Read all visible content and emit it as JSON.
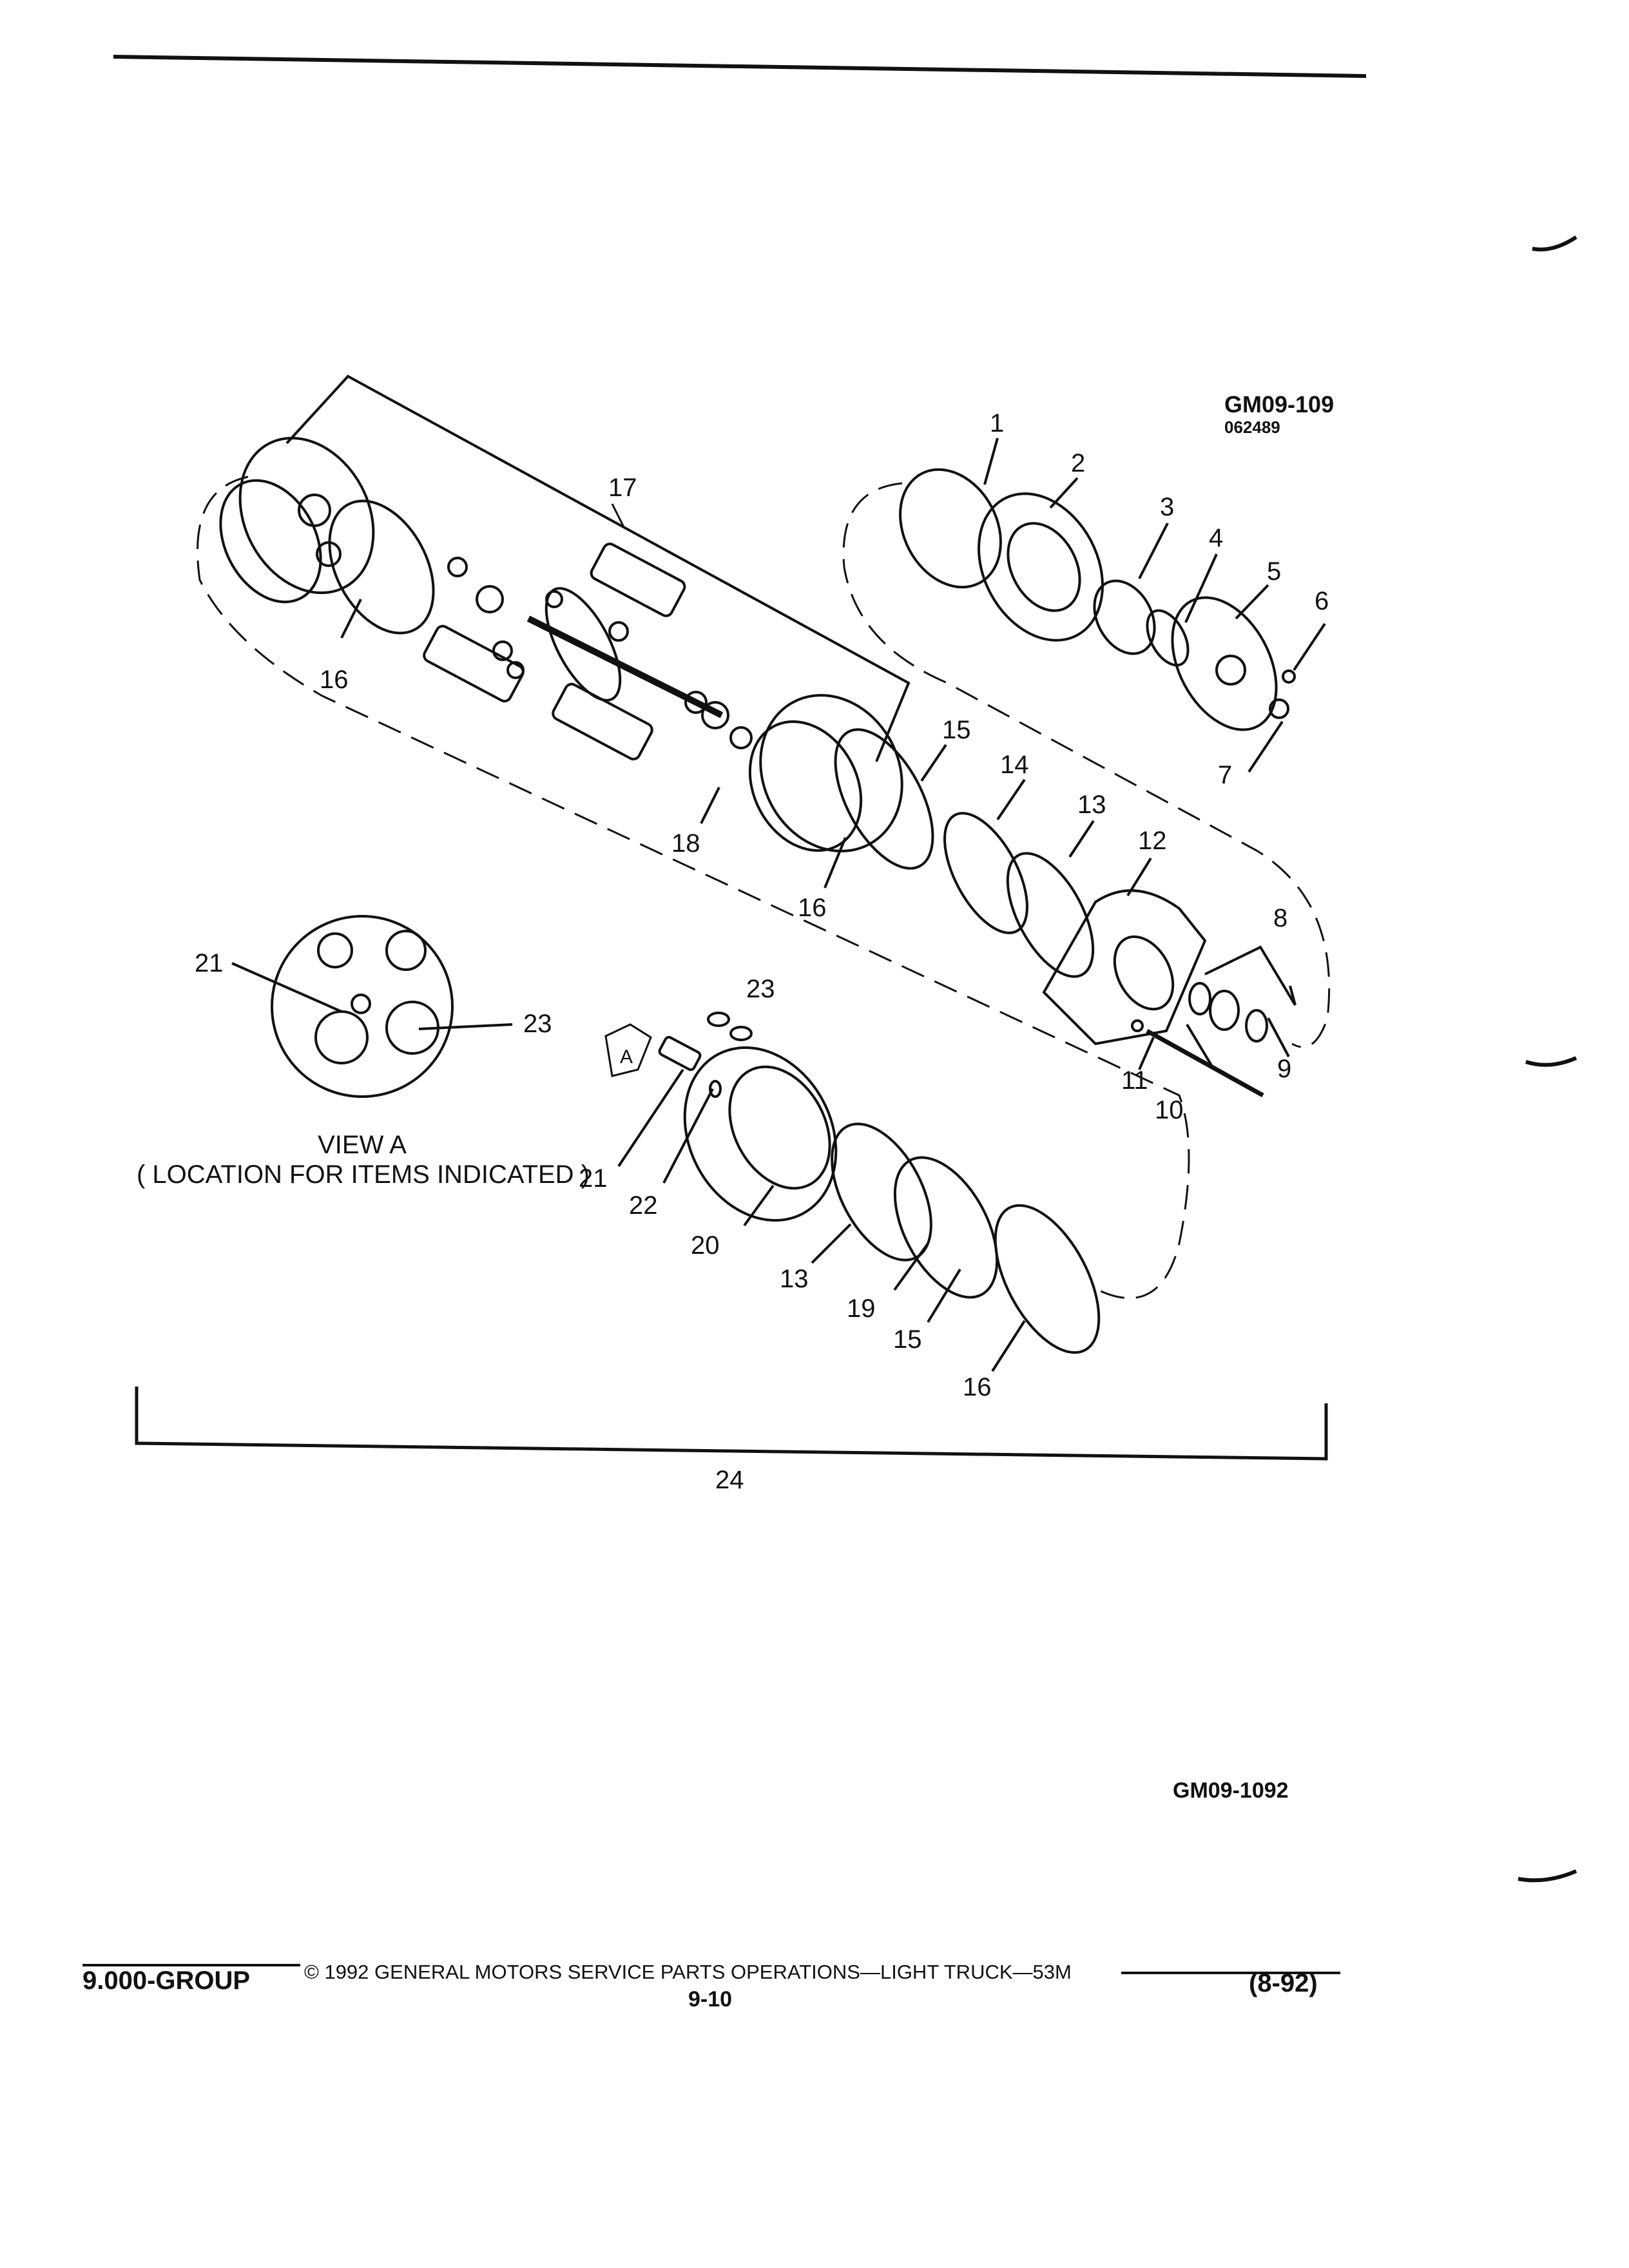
{
  "header": {
    "figure_code": "GM09-109",
    "figure_date": "062489"
  },
  "callouts": [
    {
      "id": "c1",
      "text": "1"
    },
    {
      "id": "c2",
      "text": "2"
    },
    {
      "id": "c3",
      "text": "3"
    },
    {
      "id": "c4",
      "text": "4"
    },
    {
      "id": "c5",
      "text": "5"
    },
    {
      "id": "c6",
      "text": "6"
    },
    {
      "id": "c7",
      "text": "7"
    },
    {
      "id": "c8",
      "text": "8"
    },
    {
      "id": "c9",
      "text": "9"
    },
    {
      "id": "c10",
      "text": "10"
    },
    {
      "id": "c11",
      "text": "11"
    },
    {
      "id": "c12",
      "text": "12"
    },
    {
      "id": "c13a",
      "text": "13"
    },
    {
      "id": "c13b",
      "text": "13"
    },
    {
      "id": "c14",
      "text": "14"
    },
    {
      "id": "c15a",
      "text": "15"
    },
    {
      "id": "c15b",
      "text": "15"
    },
    {
      "id": "c16a",
      "text": "16"
    },
    {
      "id": "c16b",
      "text": "16"
    },
    {
      "id": "c16c",
      "text": "16"
    },
    {
      "id": "c17",
      "text": "17"
    },
    {
      "id": "c18",
      "text": "18"
    },
    {
      "id": "c19",
      "text": "19"
    },
    {
      "id": "c20",
      "text": "20"
    },
    {
      "id": "c21a",
      "text": "21"
    },
    {
      "id": "c21b",
      "text": "21"
    },
    {
      "id": "c22",
      "text": "22"
    },
    {
      "id": "c23a",
      "text": "23"
    },
    {
      "id": "c23b",
      "text": "23"
    },
    {
      "id": "c24",
      "text": "24"
    }
  ],
  "view_a": {
    "arrow_letter": "A",
    "title": "VIEW A",
    "subtitle": "( LOCATION FOR ITEMS INDICATED )"
  },
  "drawing_number": "GM09-1092",
  "footer": {
    "group": "9.000-GROUP",
    "copyright": "© 1992 GENERAL MOTORS SERVICE PARTS OPERATIONS—LIGHT TRUCK—53M",
    "page": "9-10",
    "revision": "(8-92)"
  }
}
